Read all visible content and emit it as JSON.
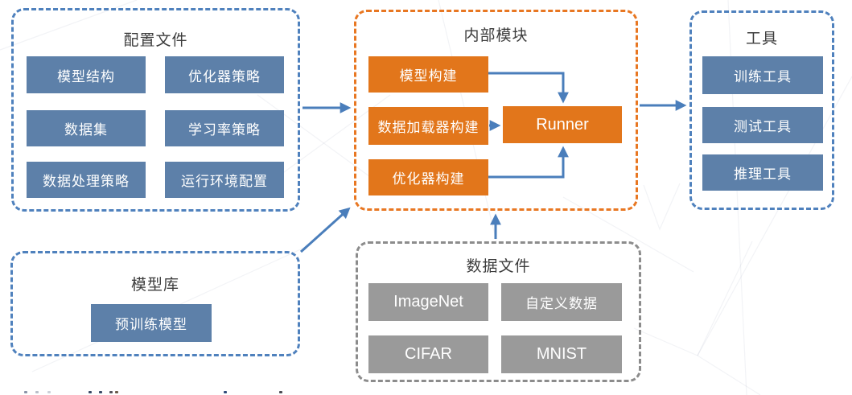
{
  "diagram": {
    "groups": {
      "config": {
        "title": "配置文件",
        "items": [
          "模型结构",
          "优化器策略",
          "数据集",
          "学习率策略",
          "数据处理策略",
          "运行环境配置"
        ]
      },
      "internal": {
        "title": "内部模块",
        "items": [
          "模型构建",
          "数据加载器构建",
          "优化器构建"
        ],
        "runner_label": "Runner"
      },
      "tools": {
        "title": "工具",
        "items": [
          "训练工具",
          "测试工具",
          "推理工具"
        ]
      },
      "model_zoo": {
        "title": "模型库",
        "items": [
          "预训练模型"
        ]
      },
      "data_files": {
        "title": "数据文件",
        "items": [
          "ImageNet",
          "自定义数据",
          "CIFAR",
          "MNIST"
        ]
      }
    },
    "connections": [
      {
        "from": "config",
        "to": "internal",
        "type": "arrow"
      },
      {
        "from": "internal",
        "to": "tools",
        "type": "arrow"
      },
      {
        "from": "model_zoo",
        "to": "internal",
        "type": "arrow"
      },
      {
        "from": "data_files",
        "to": "internal",
        "type": "arrow"
      },
      {
        "from": "模型构建",
        "to": "Runner",
        "type": "arrow"
      },
      {
        "from": "数据加载器构建",
        "to": "Runner",
        "type": "arrow"
      },
      {
        "from": "优化器构建",
        "to": "Runner",
        "type": "arrow"
      }
    ],
    "colors": {
      "blue_fill": "#5d80a9",
      "blue_border": "#4f81bd",
      "orange_fill": "#e2761b",
      "orange_border": "#e87722",
      "gray_fill": "#9a9a9a",
      "gray_border": "#8c8c8c",
      "arrow": "#4a7ebb",
      "title_text": "#3c3c3c",
      "item_text": "#ffffff"
    }
  }
}
